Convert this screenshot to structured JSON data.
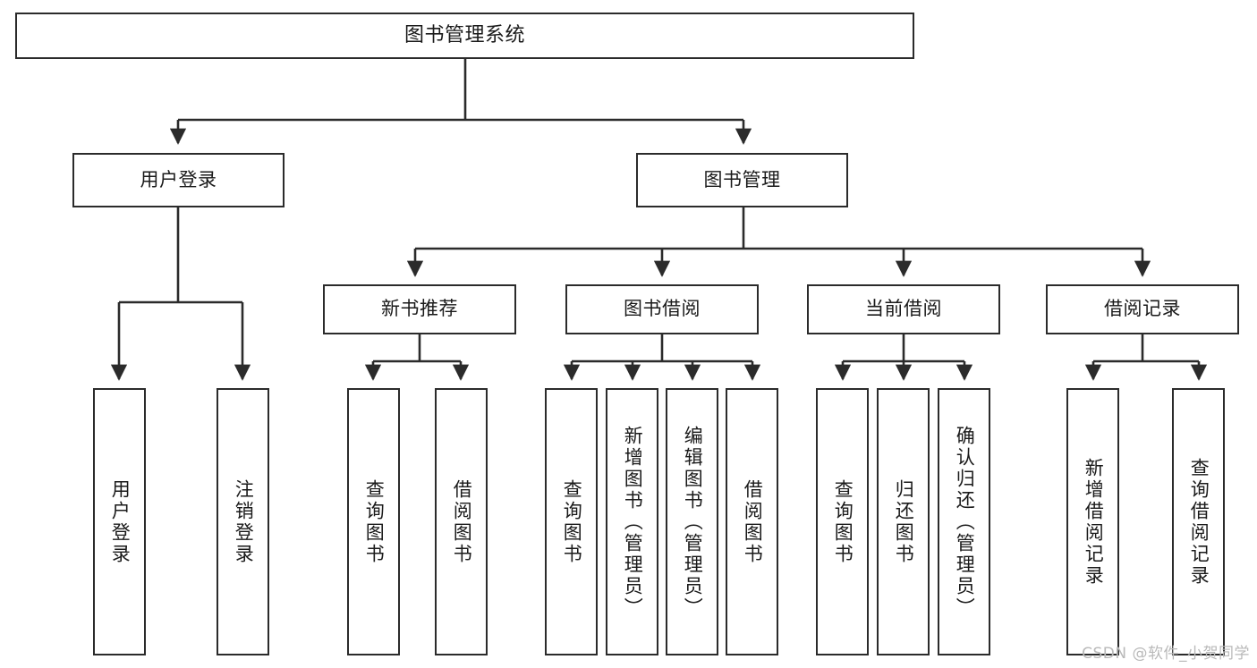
{
  "diagram": {
    "title": "图书管理系统",
    "watermark": "CSDN @软件_小贺同学",
    "levels": {
      "root": {
        "label": "图书管理系统"
      },
      "level2": [
        {
          "id": "user-login",
          "label": "用户登录"
        },
        {
          "id": "book-manage",
          "label": "图书管理"
        }
      ],
      "level3": [
        {
          "id": "new-book-recommend",
          "label": "新书推荐"
        },
        {
          "id": "book-borrow",
          "label": "图书借阅"
        },
        {
          "id": "current-borrow",
          "label": "当前借阅"
        },
        {
          "id": "borrow-record",
          "label": "借阅记录"
        }
      ],
      "leaves": [
        {
          "id": "leaf-user-login",
          "label": "用户登录",
          "parent": "user-login"
        },
        {
          "id": "leaf-logout",
          "label": "注销登录",
          "parent": "user-login"
        },
        {
          "id": "leaf-query-book-1",
          "label": "查询图书",
          "parent": "new-book-recommend"
        },
        {
          "id": "leaf-borrow-book-1",
          "label": "借阅图书",
          "parent": "new-book-recommend"
        },
        {
          "id": "leaf-query-book-2",
          "label": "查询图书",
          "parent": "book-borrow"
        },
        {
          "id": "leaf-add-book",
          "label": "新增图书（管理员）",
          "parent": "book-borrow"
        },
        {
          "id": "leaf-edit-book",
          "label": "编辑图书（管理员）",
          "parent": "book-borrow"
        },
        {
          "id": "leaf-borrow-book-2",
          "label": "借阅图书",
          "parent": "book-borrow"
        },
        {
          "id": "leaf-query-book-3",
          "label": "查询图书",
          "parent": "current-borrow"
        },
        {
          "id": "leaf-return-book",
          "label": "归还图书",
          "parent": "current-borrow"
        },
        {
          "id": "leaf-confirm-return",
          "label": "确认归还（管理员）",
          "parent": "current-borrow"
        },
        {
          "id": "leaf-add-record",
          "label": "新增借阅记录",
          "parent": "borrow-record"
        },
        {
          "id": "leaf-query-record",
          "label": "查询借阅记录",
          "parent": "borrow-record"
        }
      ]
    },
    "colors": {
      "stroke": "#2b2b2b",
      "fill": "#ffffff",
      "text": "#1a1a1a",
      "watermark": "#b9b9b9"
    }
  }
}
